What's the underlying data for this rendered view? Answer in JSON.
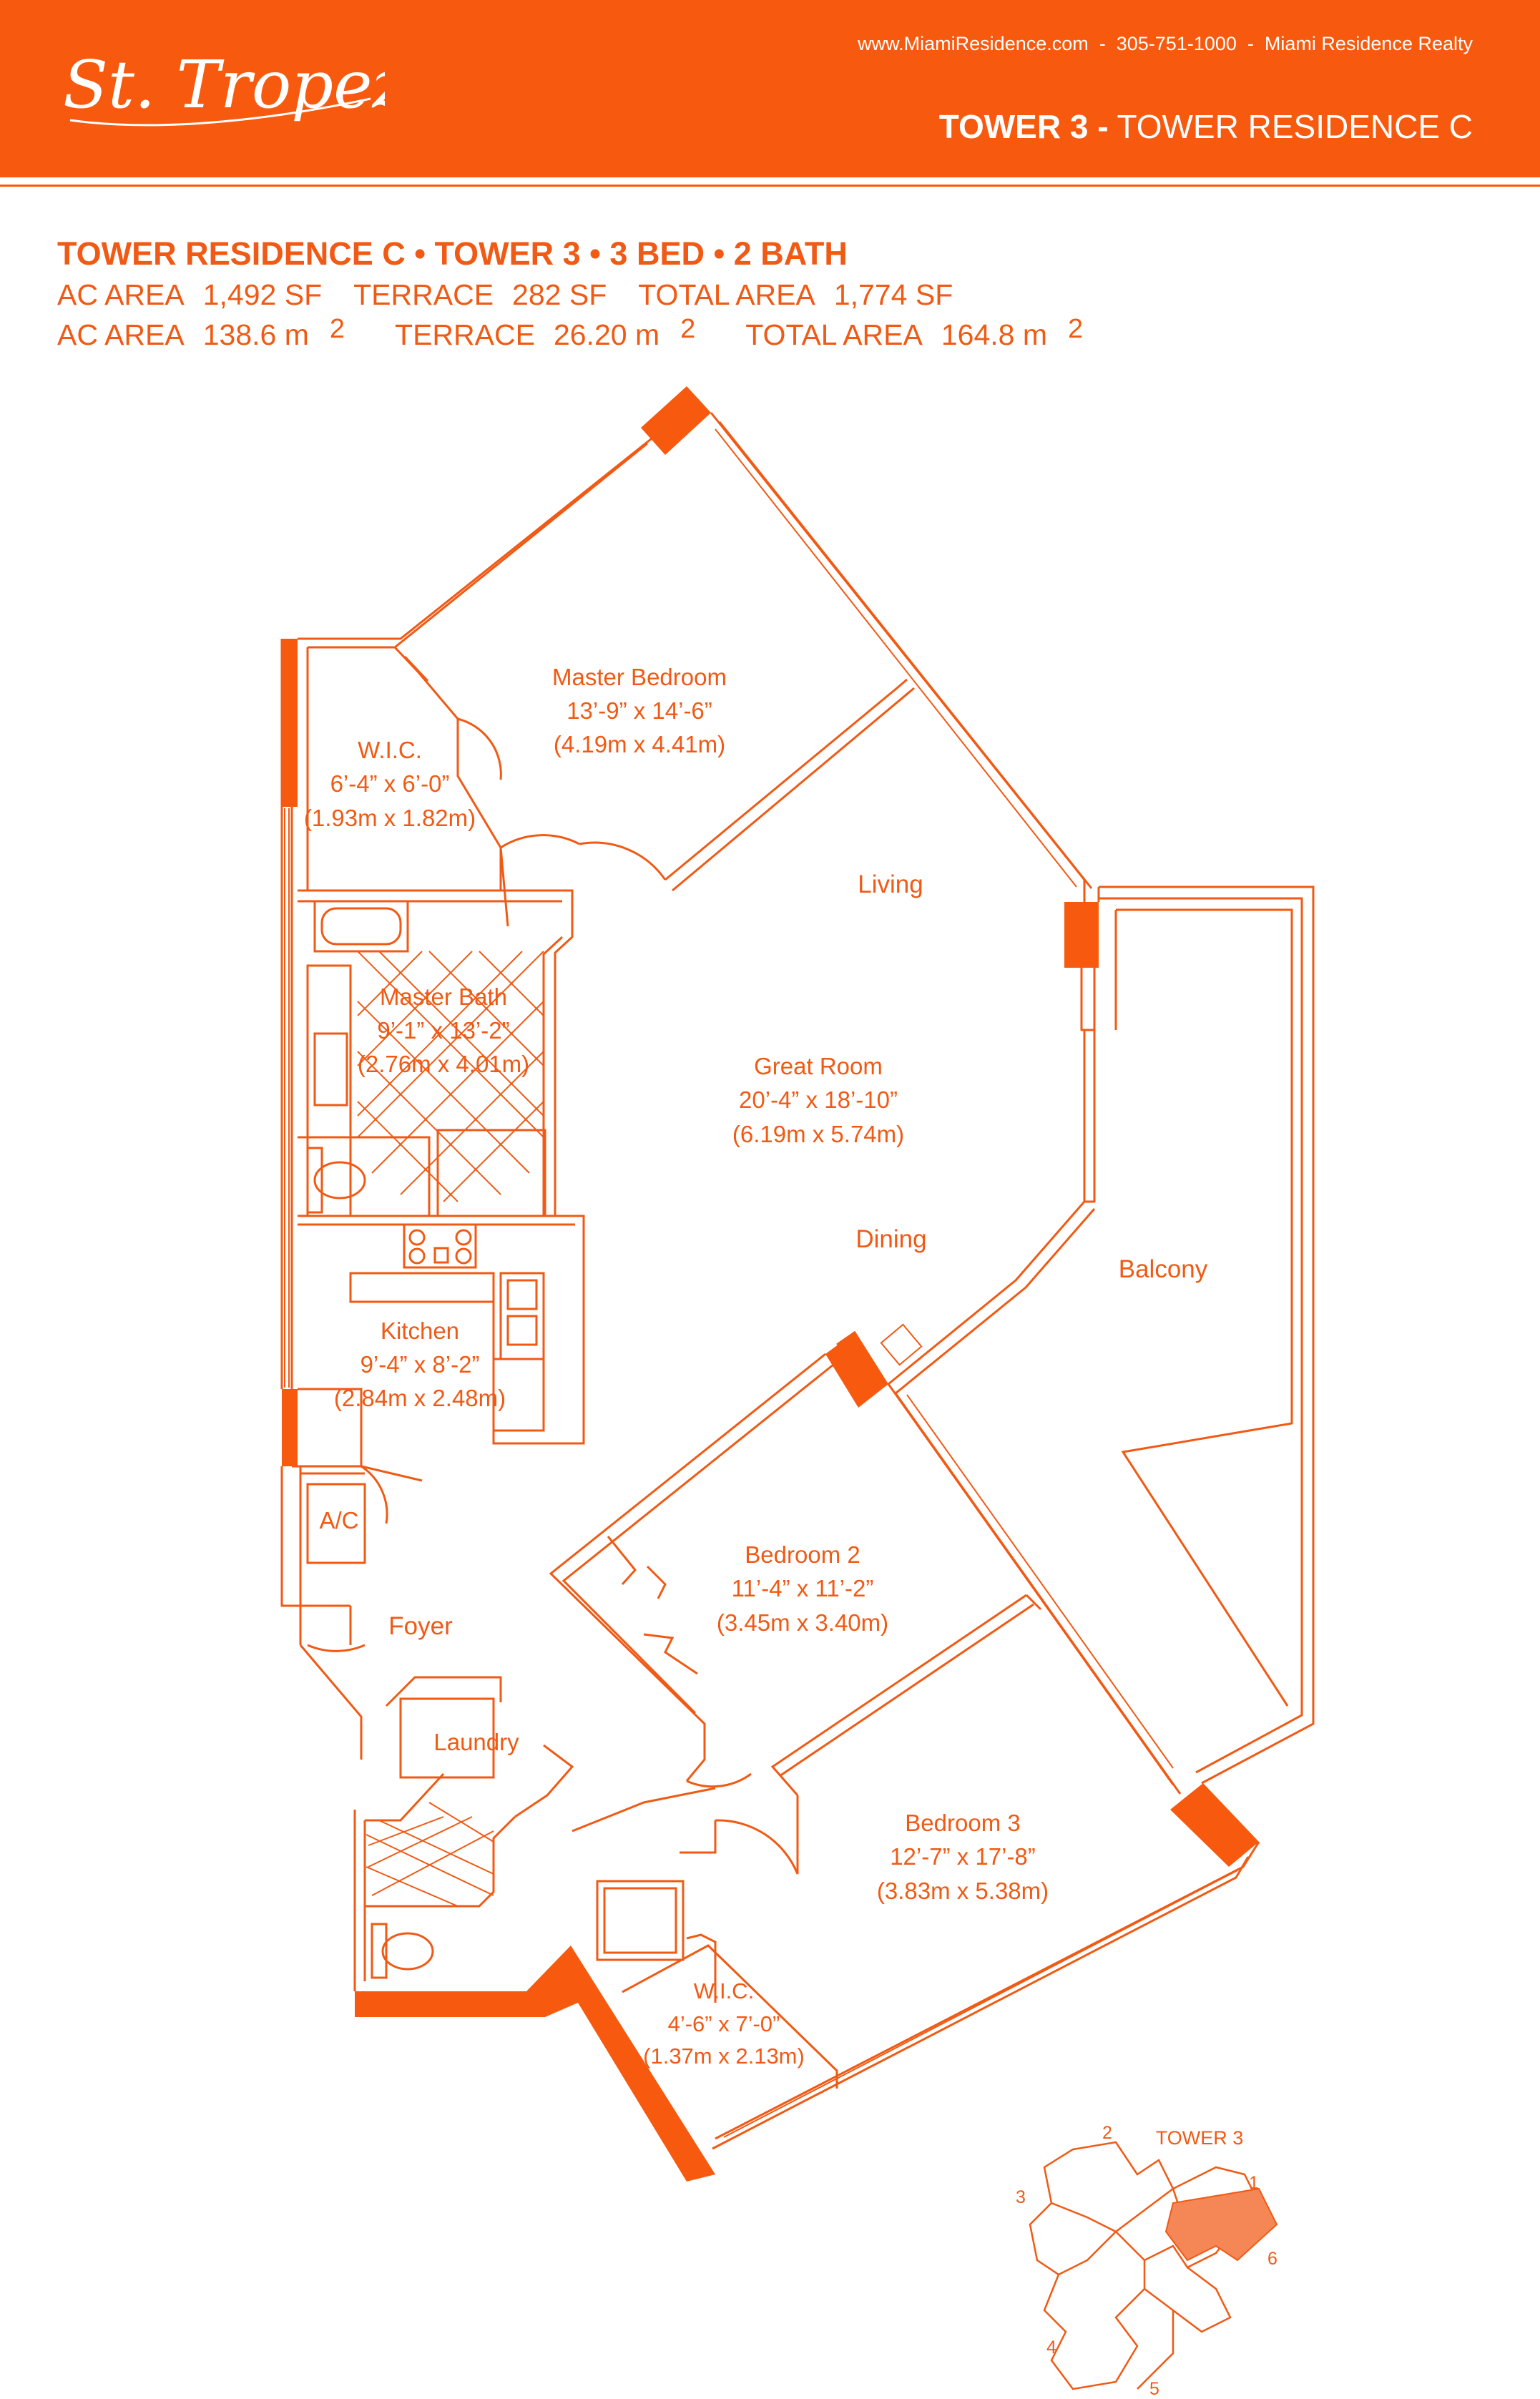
{
  "header": {
    "logo_text": "St. Tropez",
    "contact": "www.MiamiResidence.com  -  305-751-1000  -  Miami Residence Realty",
    "tower_bold": "TOWER 3 -",
    "tower_rest": " TOWER RESIDENCE C"
  },
  "specs": {
    "title": "TOWER RESIDENCE C • TOWER 3 • 3 BED • 2 BATH",
    "sf": {
      "ac_label": "AC AREA",
      "ac_value": "1,492 SF",
      "terrace_label": "TERRACE",
      "terrace_value": "282 SF",
      "total_label": "TOTAL AREA",
      "total_value": "1,774 SF"
    },
    "m2": {
      "ac_label": "AC AREA",
      "ac_value": "138.6 m",
      "terrace_label": "TERRACE",
      "terrace_value": "26.20 m",
      "total_label": "TOTAL AREA",
      "total_value": "164.8 m",
      "unit_sup": "2"
    }
  },
  "rooms": {
    "master_bedroom": {
      "name": "Master Bedroom",
      "ft": "13’-9” x 14’-6”",
      "m": "(4.19m x 4.41m)"
    },
    "wic1": {
      "name": "W.I.C.",
      "ft": "6’-4” x 6’-0”",
      "m": "(1.93m x 1.82m)"
    },
    "living": {
      "name": "Living"
    },
    "master_bath": {
      "name": "Master Bath",
      "ft": "9’-1” x 13’-2”",
      "m": "(2.76m x 4.01m)"
    },
    "great_room": {
      "name": "Great Room",
      "ft": "20’-4” x 18’-10”",
      "m": "(6.19m x 5.74m)"
    },
    "dining": {
      "name": "Dining"
    },
    "balcony": {
      "name": "Balcony"
    },
    "kitchen": {
      "name": "Kitchen",
      "ft": "9’-4” x 8’-2”",
      "m": "(2.84m x 2.48m)"
    },
    "ac": {
      "name": "A/C"
    },
    "bedroom2": {
      "name": "Bedroom 2",
      "ft": "11’-4” x 11’-2”",
      "m": "(3.45m x 3.40m)"
    },
    "foyer": {
      "name": "Foyer"
    },
    "laundry": {
      "name": "Laundry"
    },
    "bedroom3": {
      "name": "Bedroom 3",
      "ft": "12’-7” x 17’-8”",
      "m": "(3.83m x 5.38m)"
    },
    "wic2": {
      "name": "W.I.C.",
      "ft": "4’-6” x 7’-0”",
      "m": "(1.37m x 2.13m)"
    }
  },
  "keyplan": {
    "title": "TOWER 3",
    "numbers": [
      "1",
      "2",
      "3",
      "4",
      "5",
      "6"
    ]
  },
  "colors": {
    "brand": "#f75a0e",
    "line": "#f05a14",
    "wall_fill": "#f75a0e",
    "highlight": "#f58655"
  }
}
